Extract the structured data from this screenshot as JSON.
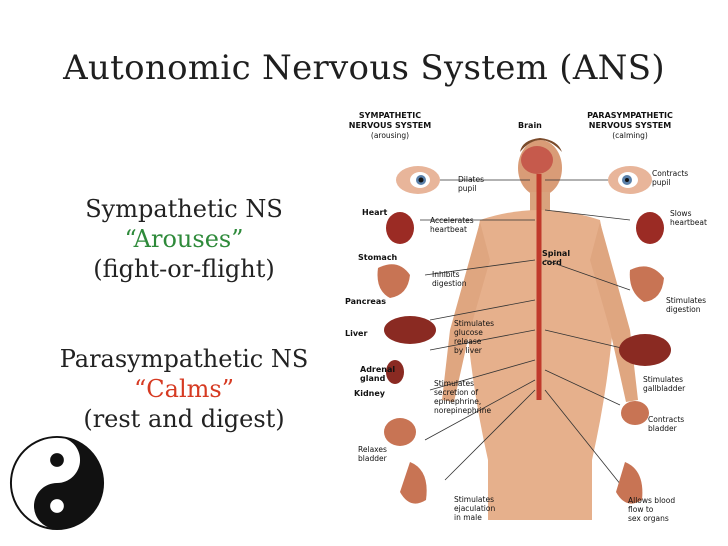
{
  "title": "Autonomic Nervous System (ANS)",
  "left": {
    "sympathetic": {
      "name": "Sympathetic NS",
      "word": "“Arouses”",
      "paren": "(fight-or-flight)"
    },
    "parasympathetic": {
      "name": "Parasympathetic NS",
      "word": "“Calms”",
      "paren": "(rest and digest)"
    }
  },
  "diagram": {
    "sym_header": [
      "SYMPATHETIC",
      "NERVOUS SYSTEM",
      "(arousing)"
    ],
    "para_header": [
      "PARASYMPATHETIC",
      "NERVOUS SYSTEM",
      "(calming)"
    ],
    "brain": "Brain",
    "spinal": [
      "Spinal",
      "cord"
    ],
    "organs": {
      "heart": "Heart",
      "stomach": "Stomach",
      "pancreas": "Pancreas",
      "liver": "Liver",
      "adrenal": [
        "Adrenal",
        "gland"
      ],
      "kidney": "Kidney"
    },
    "sym_effects": {
      "pupil": [
        "Dilates",
        "pupil"
      ],
      "heart": [
        "Accelerates",
        "heartbeat"
      ],
      "digestion": [
        "Inhibits",
        "digestion"
      ],
      "glucose": [
        "Stimulates",
        "glucose",
        "release",
        "by liver"
      ],
      "epinephrine": [
        "Stimulates",
        "secretion of",
        "epinephrine,",
        "norepinephrine"
      ],
      "bladder": [
        "Relaxes",
        "bladder"
      ],
      "ejaculation": [
        "Stimulates",
        "ejaculation",
        "in male"
      ]
    },
    "para_effects": {
      "pupil": [
        "Contracts",
        "pupil"
      ],
      "heart": [
        "Slows",
        "heartbeat"
      ],
      "digestion": [
        "Stimulates",
        "digestion"
      ],
      "gallbladder": [
        "Stimulates",
        "gallbladder"
      ],
      "bladder": [
        "Contracts",
        "bladder"
      ],
      "blood": [
        "Allows blood",
        "flow to",
        "sex organs"
      ]
    }
  },
  "colors": {
    "green": "#2e8a3a",
    "red": "#d63a22",
    "skin": "#e6b08c",
    "nerve": "#c0392b",
    "organ": "#9b2b24"
  }
}
